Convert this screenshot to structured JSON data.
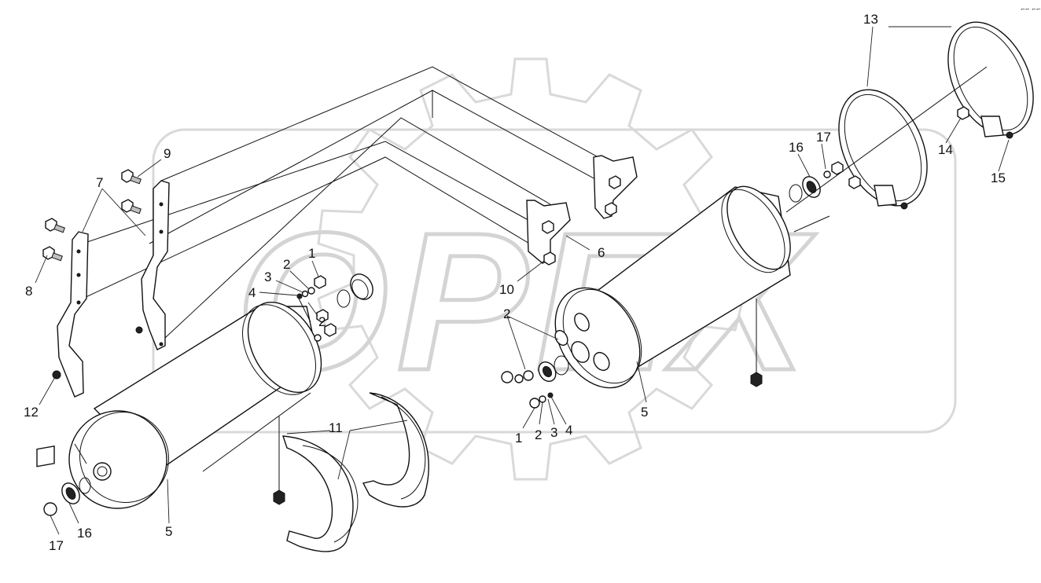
{
  "diagram": {
    "watermark": "OPEX",
    "corner_mark": "⌐⌐ ⌐⌐",
    "callouts": [
      {
        "id": "c1a",
        "text": "1"
      },
      {
        "id": "c2a",
        "text": "2"
      },
      {
        "id": "c3a",
        "text": "3"
      },
      {
        "id": "c4a",
        "text": "4"
      },
      {
        "id": "c2b",
        "text": "2"
      },
      {
        "id": "c5a",
        "text": "5"
      },
      {
        "id": "c7",
        "text": "7"
      },
      {
        "id": "c8",
        "text": "8"
      },
      {
        "id": "c9",
        "text": "9"
      },
      {
        "id": "c11",
        "text": "11"
      },
      {
        "id": "c12",
        "text": "12"
      },
      {
        "id": "c16a",
        "text": "16"
      },
      {
        "id": "c17a",
        "text": "17"
      },
      {
        "id": "c6",
        "text": "6"
      },
      {
        "id": "c10",
        "text": "10"
      },
      {
        "id": "c2c",
        "text": "2"
      },
      {
        "id": "c1b",
        "text": "1"
      },
      {
        "id": "c2d",
        "text": "2"
      },
      {
        "id": "c3b",
        "text": "3"
      },
      {
        "id": "c4b",
        "text": "4"
      },
      {
        "id": "c5b",
        "text": "5"
      },
      {
        "id": "c13",
        "text": "13"
      },
      {
        "id": "c14",
        "text": "14"
      },
      {
        "id": "c15",
        "text": "15"
      },
      {
        "id": "c16b",
        "text": "16"
      },
      {
        "id": "c17b",
        "text": "17"
      }
    ]
  }
}
